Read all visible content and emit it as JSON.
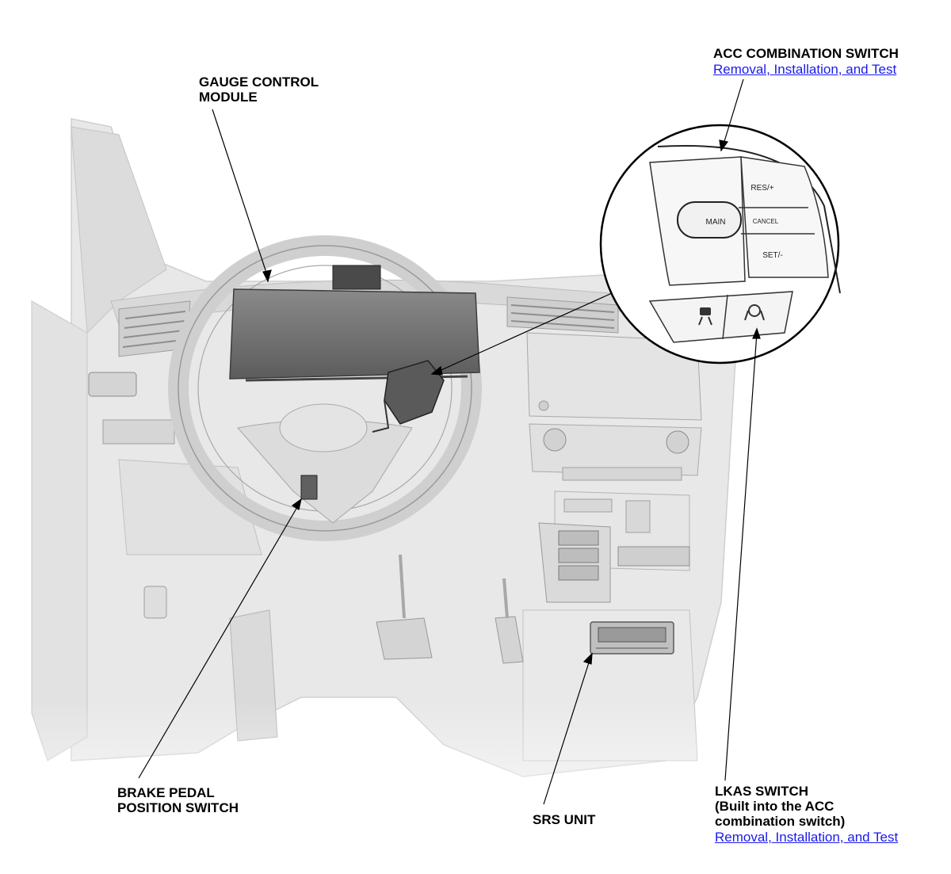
{
  "labels": {
    "gauge_line1": "GAUGE CONTROL",
    "gauge_line2": "MODULE",
    "acc_title": "ACC COMBINATION SWITCH",
    "acc_link": "Removal, Installation, and Test",
    "brake_line1": "BRAKE PEDAL",
    "brake_line2": "POSITION SWITCH",
    "srs": "SRS UNIT",
    "lkas_line1": "LKAS SWITCH",
    "lkas_line2": "(Built into the ACC",
    "lkas_line3": "combination switch)",
    "lkas_link": "Removal, Installation, and Test"
  },
  "switch_buttons": {
    "res": "RES/+",
    "main": "MAIN",
    "cancel": "CANCEL",
    "set": "SET/-"
  },
  "colors": {
    "link": "#1a1aee",
    "line": "#000000",
    "illustration": "#e6e6e6",
    "cluster": "#6e6e6e"
  }
}
